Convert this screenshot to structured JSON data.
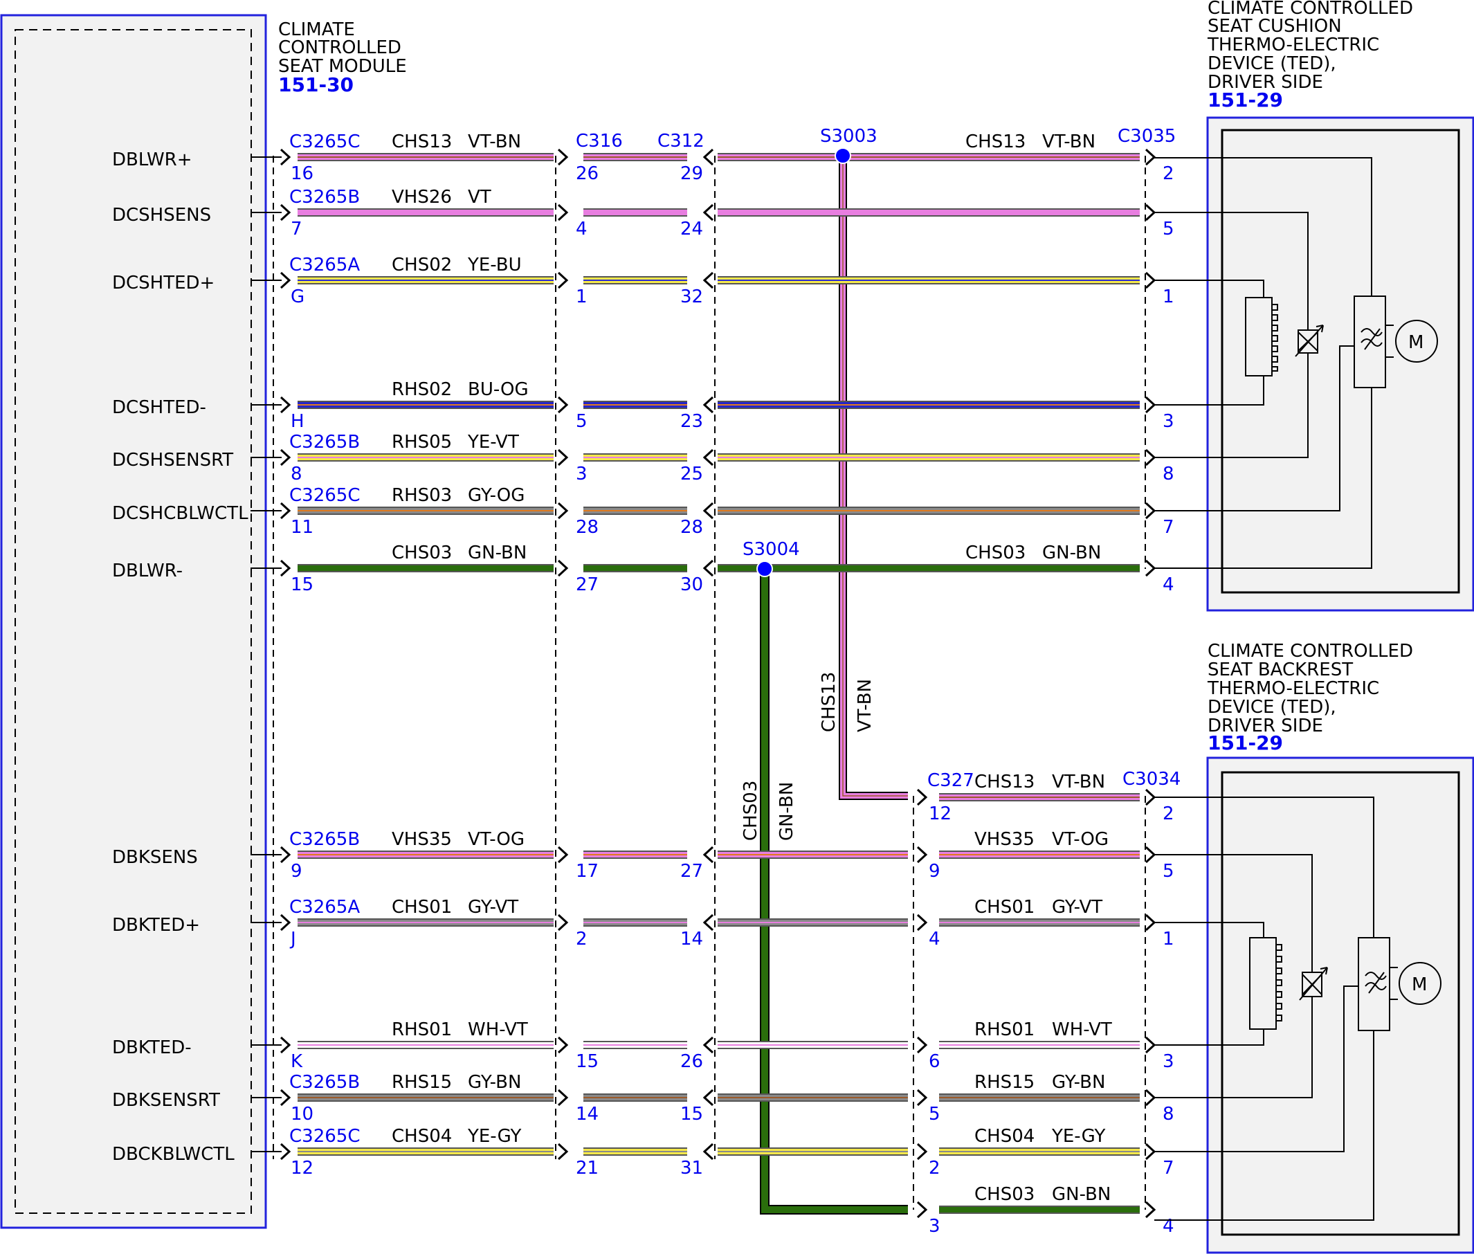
{
  "module": {
    "title": [
      "CLIMATE",
      "CONTROLLED",
      "SEAT MODULE"
    ],
    "ref": "151-30",
    "connector_ids": [
      "C3265A",
      "C3265B",
      "C3265C"
    ]
  },
  "device_cushion": {
    "title": [
      "CLIMATE CONTROLLED",
      "SEAT CUSHION",
      "THERMO-ELECTRIC",
      "DEVICE (TED),",
      "DRIVER SIDE"
    ],
    "ref": "151-29",
    "connector": "C3035",
    "motor_label": "M"
  },
  "device_backrest": {
    "title": [
      "CLIMATE CONTROLLED",
      "SEAT BACKREST",
      "THERMO-ELECTRIC",
      "DEVICE (TED),",
      "DRIVER SIDE"
    ],
    "ref": "151-29",
    "connector": "C3034",
    "motor_label": "M"
  },
  "inline_connectors": {
    "c316": "C316",
    "c312": "C312",
    "c327": "C327"
  },
  "splices": [
    {
      "id": "S3003",
      "circuit": "CHS13",
      "color": "VT-BN"
    },
    {
      "id": "S3004",
      "circuit": "CHS03",
      "color": "GN-BN"
    }
  ],
  "upper_rows": [
    {
      "signal": "DBLWR+",
      "conn": "C3265C",
      "pin_mod": "16",
      "circuit": "CHS13",
      "color": "VT-BN",
      "pin_c316": "26",
      "pin_c312": "29",
      "pin_ted": "2",
      "right_circuit": "CHS13",
      "right_color": "VT-BN",
      "stripes": [
        "#e87ee0",
        "#9b5a2a"
      ]
    },
    {
      "signal": "DCSHSENS",
      "conn": "C3265B",
      "pin_mod": "7",
      "circuit": "VHS26",
      "color": "VT",
      "pin_c316": "4",
      "pin_c312": "24",
      "pin_ted": "5",
      "right_circuit": "",
      "right_color": "",
      "stripes": [
        "#e87ee0"
      ]
    },
    {
      "signal": "DCSHTED+",
      "conn": "C3265A",
      "pin_mod": "G",
      "circuit": "CHS02",
      "color": "YE-BU",
      "pin_c316": "1",
      "pin_c312": "32",
      "pin_ted": "1",
      "right_circuit": "",
      "right_color": "",
      "stripes": [
        "#f5e94a",
        "#2a2ad0"
      ]
    },
    {
      "signal": "DCSHTED-",
      "conn": "",
      "pin_mod": "H",
      "circuit": "RHS02",
      "color": "BU-OG",
      "pin_c316": "5",
      "pin_c312": "23",
      "pin_ted": "3",
      "right_circuit": "",
      "right_color": "",
      "stripes": [
        "#2424c8",
        "#e07a1e"
      ]
    },
    {
      "signal": "DCSHSENSRT",
      "conn": "C3265B",
      "pin_mod": "8",
      "circuit": "RHS05",
      "color": "YE-VT",
      "pin_c316": "3",
      "pin_c312": "25",
      "pin_ted": "8",
      "right_circuit": "",
      "right_color": "",
      "stripes": [
        "#f5e94a",
        "#e87ee0"
      ]
    },
    {
      "signal": "DCSHCBLWCTL",
      "conn": "C3265C",
      "pin_mod": "11",
      "circuit": "RHS03",
      "color": "GY-OG",
      "pin_c316": "28",
      "pin_c312": "28",
      "pin_ted": "7",
      "right_circuit": "",
      "right_color": "",
      "stripes": [
        "#8a8a8a",
        "#e07a1e"
      ]
    },
    {
      "signal": "DBLWR-",
      "conn": "",
      "pin_mod": "15",
      "circuit": "CHS03",
      "color": "GN-BN",
      "pin_c316": "27",
      "pin_c312": "30",
      "pin_ted": "4",
      "right_circuit": "CHS03",
      "right_color": "GN-BN",
      "stripes": [
        "#2a6e0c",
        "#2a6e0c"
      ]
    }
  ],
  "lower_rows": [
    {
      "signal": "DBKSENS",
      "conn": "C3265B",
      "pin_mod": "9",
      "circuit": "VHS35",
      "color": "VT-OG",
      "pin_c316": "17",
      "pin_c312": "27",
      "pin_c327": "9",
      "right_circuit": "VHS35",
      "right_color": "VT-OG",
      "pin_ted": "5",
      "stripes": [
        "#e87ee0",
        "#e07a1e"
      ]
    },
    {
      "signal": "DBKTED+",
      "conn": "C3265A",
      "pin_mod": "J",
      "circuit": "CHS01",
      "color": "GY-VT",
      "pin_c316": "2",
      "pin_c312": "14",
      "pin_c327": "4",
      "right_circuit": "CHS01",
      "right_color": "GY-VT",
      "pin_ted": "1",
      "stripes": [
        "#8a8a8a",
        "#e87ee0"
      ]
    },
    {
      "signal": "DBKTED-",
      "conn": "",
      "pin_mod": "K",
      "circuit": "RHS01",
      "color": "WH-VT",
      "pin_c316": "15",
      "pin_c312": "26",
      "pin_c327": "6",
      "right_circuit": "RHS01",
      "right_color": "WH-VT",
      "pin_ted": "3",
      "stripes": [
        "#ffffff",
        "#e87ee0"
      ]
    },
    {
      "signal": "DBKSENSRT",
      "conn": "C3265B",
      "pin_mod": "10",
      "circuit": "RHS15",
      "color": "GY-BN",
      "pin_c316": "14",
      "pin_c312": "15",
      "pin_c327": "5",
      "right_circuit": "RHS15",
      "right_color": "GY-BN",
      "pin_ted": "8",
      "stripes": [
        "#8a8a8a",
        "#9b5a2a"
      ]
    },
    {
      "signal": "DBCKBLWCTL",
      "conn": "C3265C",
      "pin_mod": "12",
      "circuit": "CHS04",
      "color": "YE-GY",
      "pin_c316": "21",
      "pin_c312": "31",
      "pin_c327": "2",
      "right_circuit": "CHS04",
      "right_color": "YE-GY",
      "pin_ted": "7",
      "stripes": [
        "#f5e94a",
        "#8a8a8a"
      ]
    }
  ],
  "backrest_extra": [
    {
      "pin_c327": "12",
      "right_circuit": "CHS13",
      "right_color": "VT-BN",
      "pin_ted": "2",
      "stripes": [
        "#e87ee0",
        "#9b5a2a"
      ]
    },
    {
      "pin_c327": "3",
      "right_circuit": "CHS03",
      "right_color": "GN-BN",
      "pin_ted": "4",
      "stripes": [
        "#2a6e0c",
        "#2a6e0c"
      ]
    }
  ],
  "colors": {
    "blue_text": "#0000ee",
    "module_fill": "#f2f2f2",
    "outline_blue": "#2222dd",
    "splice_dot": "#0000ff"
  }
}
